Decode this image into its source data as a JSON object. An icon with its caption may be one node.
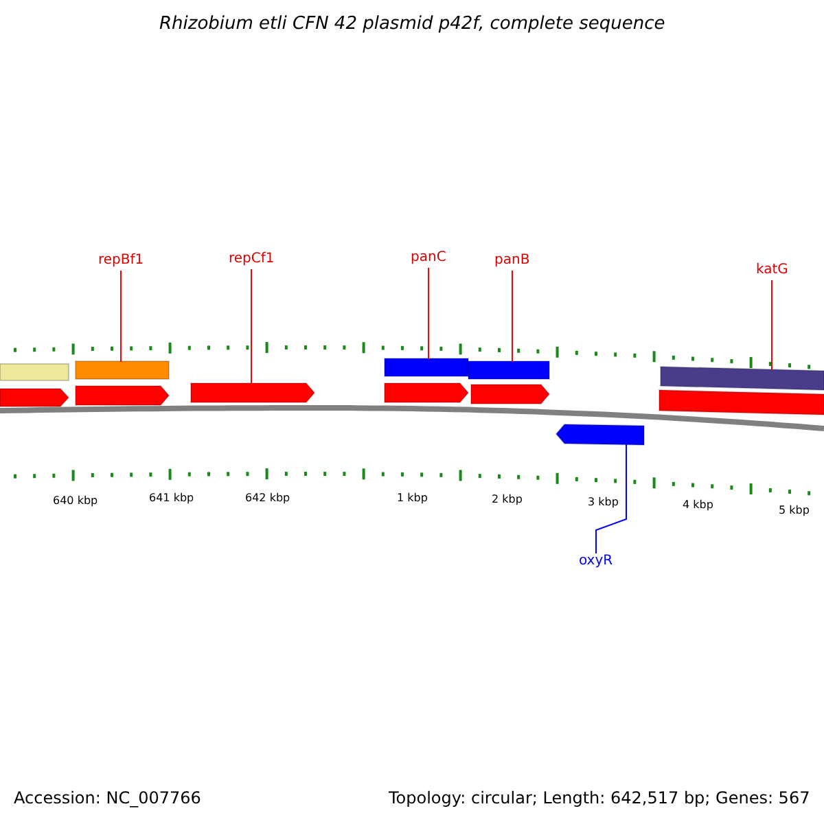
{
  "diagram": {
    "title": "Rhizobium etli CFN 42 plasmid p42f, complete sequence",
    "nodes": [
      {
        "text": [
          "repBf1"
        ]
      },
      {
        "text": [
          "repCf1"
        ]
      },
      {
        "text": [
          "panC"
        ]
      },
      {
        "text": [
          "panB"
        ]
      },
      {
        "text": [
          "katG"
        ]
      },
      {
        "text": [
          "oxyR"
        ]
      },
      {
        "text": [],
        "shape": "bar"
      },
      {
        "text": [],
        "shape": "arrow"
      },
      {
        "text": [],
        "shape": "bar"
      },
      {
        "text": [],
        "shape": "bar"
      },
      {
        "text": [],
        "shape": "bar"
      },
      {
        "text": [],
        "shape": "arrow"
      }
    ],
    "edges": [
      {
        "from": 0,
        "to": 6,
        "arrow": "none"
      },
      {
        "from": 1,
        "to": 7,
        "arrow": "none"
      },
      {
        "from": 2,
        "to": 8,
        "arrow": "none"
      },
      {
        "from": 3,
        "to": 9,
        "arrow": "none"
      },
      {
        "from": 4,
        "to": 10,
        "arrow": "none"
      },
      {
        "from": 5,
        "to": 11,
        "arrow": "none",
        "color": "#0000ff"
      }
    ],
    "labels": [
      "640 kbp",
      "641 kbp",
      "642 kbp",
      "1 kbp",
      "2 kbp",
      "3 kbp",
      "4 kbp",
      "5 kbp",
      "Accession: NC_007766",
      "Topology: circular; Length: 642,517 bp; Genes: 567"
    ]
  }
}
